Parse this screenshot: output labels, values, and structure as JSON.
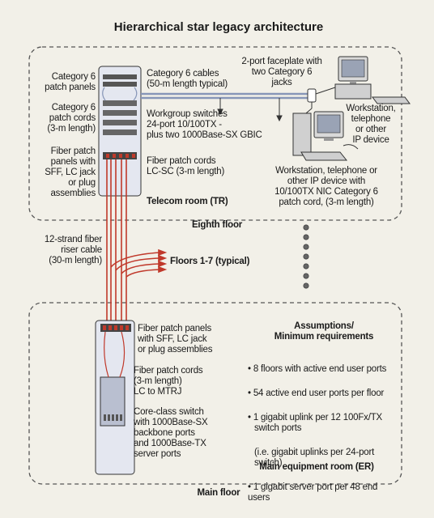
{
  "title": "Hierarchical star legacy architecture",
  "eighth_floor": {
    "label": "Eighth floor",
    "room_label": "Telecom room (TR)",
    "cat6_panels": "Category 6\npatch panels",
    "cat6_cords": "Category 6\npatch cords\n(3-m length)",
    "fiber_panels": "Fiber patch\npanels with\nSFF, LC jack\nor plug\nassemblies",
    "cat6_cables": "Category 6 cables\n(50-m length typical)",
    "workgroup_switches": "Workgroup switches\n24-port 10/100TX -\nplus two 1000Base-SX GBIC",
    "fiber_cords": "Fiber patch cords\nLC-SC (3-m length)",
    "faceplate": "2-port faceplate with\ntwo Category 6\njacks",
    "workstation_1": "Workstation,\ntelephone\nor other\nIP device",
    "workstation_2": "Workstation, telephone or\nother IP device with\n10/100TX NIC Category 6\npatch cord, (3-m length)"
  },
  "riser": {
    "cable": "12-strand fiber\nriser cable\n(30-m length)",
    "floors": "Floors 1-7 (typical)"
  },
  "main_floor": {
    "label": "Main floor",
    "room_label": "Main equipment room (ER)",
    "fiber_panels": "Fiber patch panels\nwith SFF, LC jack\nor plug assemblies",
    "fiber_cords": "Fiber patch cords\n(3-m length)\nLC to MTRJ",
    "core_switch": "Core-class switch\nwith 1000Base-SX\nbackbone ports\nand 1000Base-TX\nserver ports",
    "assumptions_title": "Assumptions/\nMinimum requirements",
    "assumptions": [
      "8 floors with active end user ports",
      "54 active end user ports per floor",
      "1 gigabit uplink per 12 100Fx/TX\nswitch ports",
      "(i.e. gigabit uplinks per 24-port switch)",
      "1 gigabit server port per 48 end users"
    ]
  },
  "colors": {
    "background": "#f2f0e8",
    "rack_fill": "#e4e7f0",
    "fiber": "#c0392b",
    "copper": "#8796b8",
    "dash": "#555555"
  }
}
